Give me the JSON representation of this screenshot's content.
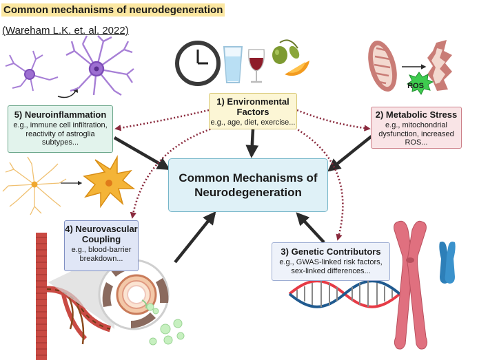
{
  "title": "Common mechanisms of neurodegeneration",
  "citation": "(Wareham L.K. et. al. 2022)",
  "center": {
    "line1": "Common Mechanisms of",
    "line2": "Neurodegeneration"
  },
  "boxes": {
    "environmental": {
      "title_line1": "1) Environmental",
      "title_line2": "Factors",
      "desc": "e.g., age, diet, exercise..."
    },
    "metabolic": {
      "title": "2) Metabolic Stress",
      "desc": "e.g., mitochondrial dysfunction, increased ROS..."
    },
    "genetic": {
      "title": "3) Genetic Contributors",
      "desc": "e.g., GWAS-linked risk factors, sex-linked differences..."
    },
    "neurovascular": {
      "title_line1": "4) Neurovascular",
      "title_line2": "Coupling",
      "desc": "e.g., blood-barrier breakdown..."
    },
    "neuroinflammation": {
      "title": "5) Neuroinflammation",
      "desc": "e.g.,  immune cell infiltration, reactivity of astroglia subtypes..."
    }
  },
  "ros_label": "ROS",
  "colors": {
    "arrow_solid": "#2b2b2b",
    "arrow_dotted": "#8a2a3d",
    "neuron_purple": "#a77fd6",
    "astrocyte_orange": "#f0a830",
    "mitochondria": "#c97c76",
    "ros_green": "#3ecb4f",
    "chromosome_pink": "#e0707f",
    "chromosome_blue": "#2d7fb8",
    "vessel_red": "#c94a43"
  }
}
